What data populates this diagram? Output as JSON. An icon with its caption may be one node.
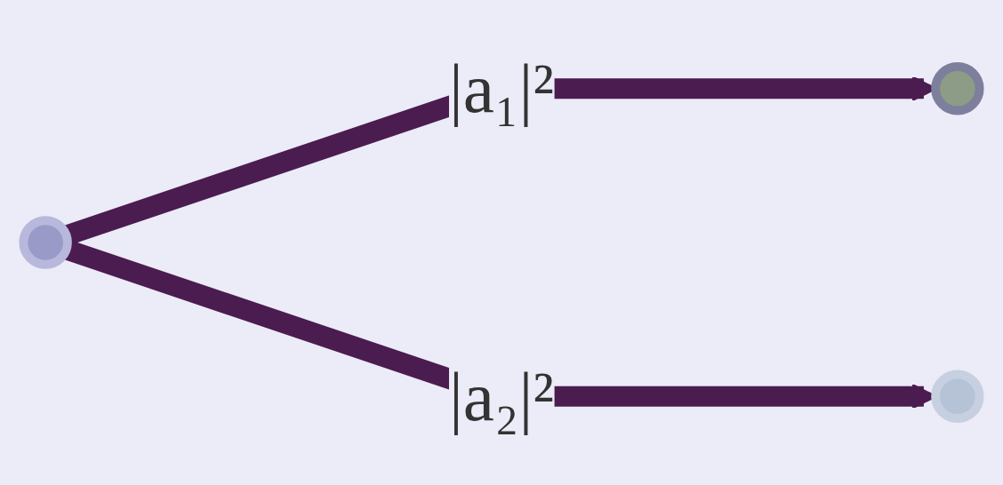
{
  "diagram": {
    "nodes": [
      {
        "text": [],
        "shape": "circle"
      },
      {
        "text": [],
        "shape": "circle"
      },
      {
        "text": [],
        "shape": "circle"
      }
    ],
    "edges": [
      {
        "from": 0,
        "to": 1,
        "arrow": "to",
        "label": "|a₁|²"
      },
      {
        "from": 0,
        "to": 2,
        "arrow": "to",
        "label": "|a₂|²"
      }
    ]
  }
}
